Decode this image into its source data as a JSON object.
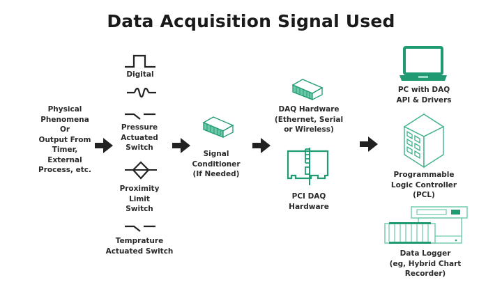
{
  "title": "Data Acquisition Signal Used",
  "colors": {
    "accent": "#1f9a72",
    "accent_light": "#6cc9a8",
    "text": "#2a2a2a",
    "arrow": "#222222"
  },
  "source": {
    "lines": [
      "Physical",
      "Phenomena",
      "Or",
      "Output From",
      "Timer,",
      "External",
      "Process, etc."
    ]
  },
  "signals": {
    "digital": {
      "icon": "square-pulse-icon",
      "label": "Digital"
    },
    "analog": {
      "icon": "sine-wave-icon"
    },
    "pressure": {
      "icon": "switch-icon",
      "lines": [
        "Pressure",
        "Actuated",
        "Switch"
      ]
    },
    "proximity": {
      "icon": "proximity-sensor-icon",
      "lines": [
        "Proximity",
        "Limit",
        "Switch"
      ]
    },
    "temperature": {
      "icon": "switch-icon",
      "lines": [
        "Temprature",
        "Actuated Switch"
      ]
    }
  },
  "conditioner": {
    "icon": "module-block-icon",
    "lines": [
      "Signal",
      "Conditioner",
      "(If Needed)"
    ]
  },
  "daq_hardware": {
    "icon": "module-block-icon",
    "lines": [
      "DAQ Hardware",
      "(Ethernet, Serial",
      "or Wireless)"
    ]
  },
  "pci_daq": {
    "icon": "pci-card-icon",
    "lines": [
      "PCI DAQ",
      "Hardware"
    ]
  },
  "pc": {
    "icon": "laptop-icon",
    "lines": [
      "PC with DAQ",
      "API & Drivers"
    ]
  },
  "plc": {
    "icon": "plc-cube-icon",
    "lines": [
      "Programmable",
      "Logic Controller",
      "(PCL)"
    ]
  },
  "logger": {
    "icon": "data-logger-icon",
    "lines": [
      "Data Logger",
      "(eg, Hybrid Chart",
      "Recorder)"
    ]
  }
}
